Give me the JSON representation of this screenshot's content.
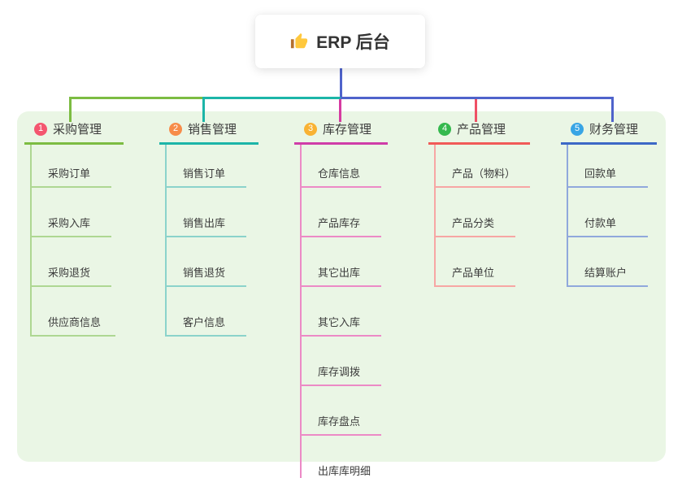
{
  "root": {
    "label": "ERP 后台",
    "icon": "thumbs-up-icon"
  },
  "branches": [
    {
      "number": "1",
      "title": "采购管理",
      "badge_color": "#f4566f",
      "line_color": "#7cbc42",
      "child_line_color": "#aed792",
      "drop_color": "#7cbc42",
      "children": [
        "采购订单",
        "采购入库",
        "采购退货",
        "供应商信息"
      ]
    },
    {
      "number": "2",
      "title": "销售管理",
      "badge_color": "#f78c49",
      "line_color": "#1cb5a8",
      "child_line_color": "#8bd3cb",
      "drop_color": "#1cb5a8",
      "children": [
        "销售订单",
        "销售出库",
        "销售退货",
        "客户信息"
      ]
    },
    {
      "number": "3",
      "title": "库存管理",
      "badge_color": "#f9b233",
      "line_color": "#cf3da8",
      "child_line_color": "#ec8ac6",
      "drop_color": "#d63ba1",
      "children": [
        "仓库信息",
        "产品库存",
        "其它出库",
        "其它入库",
        "库存调拨",
        "库存盘点",
        "出库库明细"
      ]
    },
    {
      "number": "4",
      "title": "产品管理",
      "badge_color": "#35b94e",
      "line_color": "#f15a58",
      "child_line_color": "#f7a6a4",
      "drop_color": "#ef5065",
      "children": [
        "产品（物料）",
        "产品分类",
        "产品单位"
      ]
    },
    {
      "number": "5",
      "title": "财务管理",
      "badge_color": "#38a5e5",
      "line_color": "#3c68c6",
      "child_line_color": "#90a8dc",
      "drop_color": "#4f63cb",
      "children": [
        "回款单",
        "付款单",
        "结算账户"
      ]
    }
  ],
  "colors": {
    "page_bg": "#ffffff",
    "panel_bg": "#eaf6e5",
    "text": "#3c3c3c",
    "root_connector": "#4f63cb",
    "bus_left": "#7cbc42",
    "bus_middle": "#1cb5a8",
    "bus_right": "#4f63cb",
    "thumb_hand": "#ffc83d",
    "thumb_cuff": "#b5702e"
  }
}
